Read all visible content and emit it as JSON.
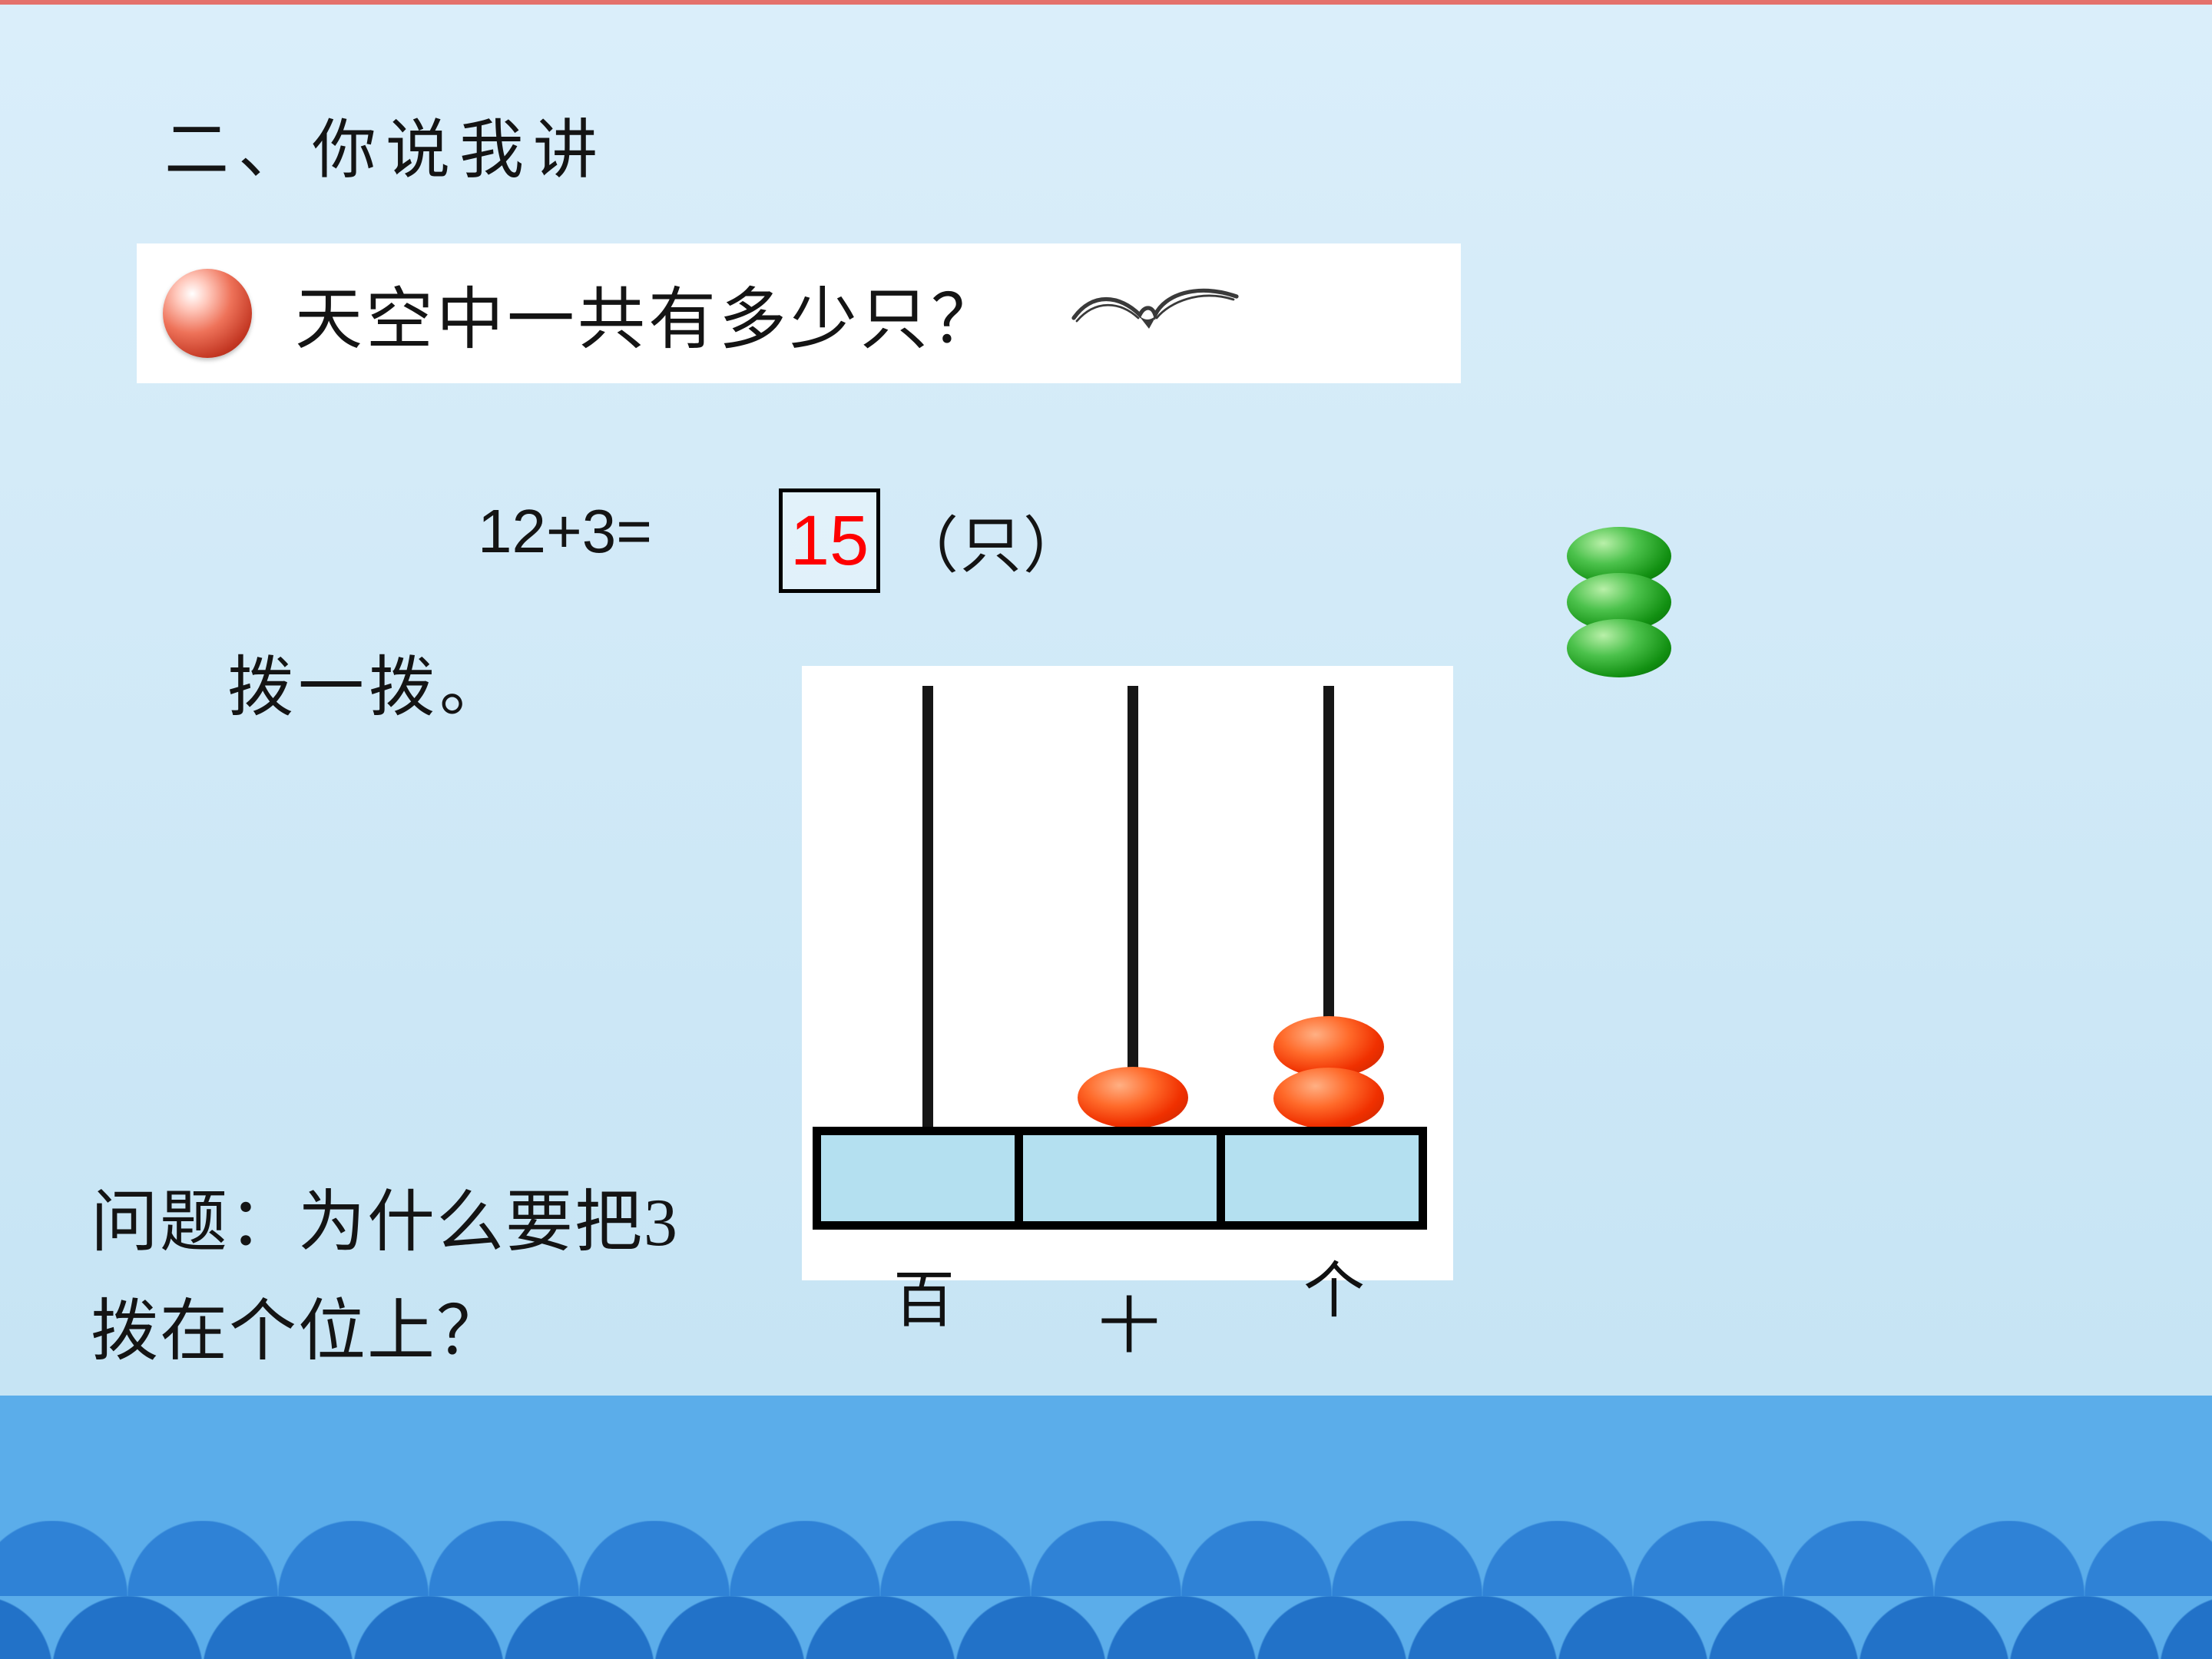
{
  "slide": {
    "section_title": "二、你说我讲",
    "prompt": {
      "text": "天空中一共有多少只？"
    },
    "equation": {
      "expression": "12+3=",
      "answer": "15",
      "unit": "（只）"
    },
    "instruction": "拨一拨。",
    "question": {
      "line1": "问题：为什么要把3",
      "line2": "拨在个位上？"
    },
    "abacus": {
      "labels": [
        "百",
        "十",
        "个"
      ],
      "bead_counts": {
        "hundreds": 0,
        "tens": 1,
        "ones": 2
      },
      "bead_color": "#f03000",
      "base_fill": "#b4e0f0"
    },
    "icons": {
      "bullet": "red-sphere",
      "bird": "seagull-sketch",
      "decoration": "green-beads-stack"
    },
    "colors": {
      "background_top": "#daeefa",
      "background_bottom": "#c2e2f3",
      "banner_background": "#ffffff",
      "answer_text": "#fe0000",
      "green_bead": "#129012",
      "bottom_band": "#5badea",
      "wave_row1": "#2f82d6",
      "wave_row2": "#2272c8",
      "top_line": "#e4716b"
    }
  }
}
